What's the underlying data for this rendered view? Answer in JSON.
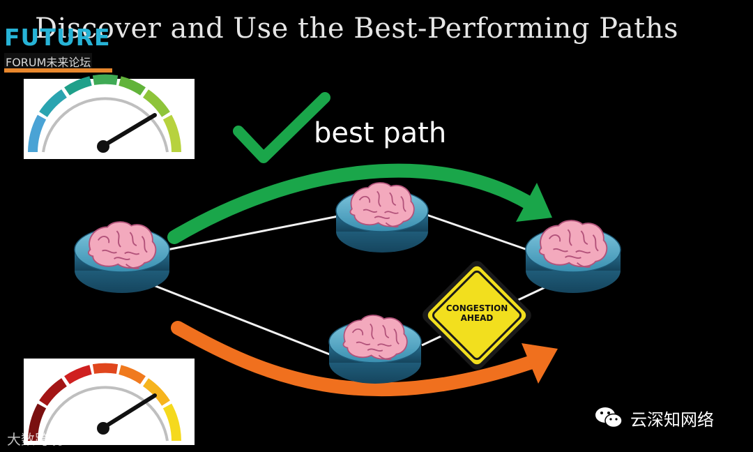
{
  "title": "Discover and Use the Best-Performing Paths",
  "logo": {
    "name": "FUTURE",
    "subtitle": "FORUM未来论坛"
  },
  "labels": {
    "best_path": "best path"
  },
  "sign": {
    "line1": "CONGESTION",
    "line2": "AHEAD"
  },
  "watermarks": {
    "right": "云深知网络",
    "left": "大数跨境"
  },
  "colors": {
    "background": "#000000",
    "best_path_arrow": "#1aa64a",
    "congested_path_arrow": "#f0701e",
    "router_fill": "#2f7d9f",
    "sign_fill": "#f2df1e"
  }
}
